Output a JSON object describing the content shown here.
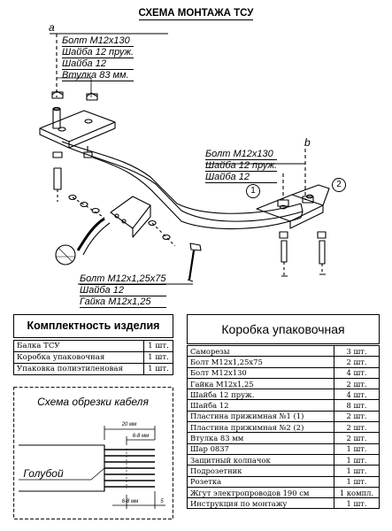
{
  "title": "СХЕМА МОНТАЖА ТСУ",
  "callouts": {
    "a": {
      "letter": "a",
      "lines": [
        "Болт М12х130",
        "Шайба 12 пруж.",
        "Шайба 12",
        "Втулка 83 мм."
      ]
    },
    "b": {
      "letter": "b",
      "lines": [
        "Болт М12х130",
        "Шайба 12 пруж.",
        "Шайба 12"
      ]
    },
    "c": {
      "lines": [
        "Болт М12х1,25х75",
        "Шайба 12",
        "Гайка М12х1,25"
      ]
    },
    "markers": [
      "1",
      "2"
    ]
  },
  "kit": {
    "title": "Комплектность изделия",
    "rows": [
      {
        "name": "Балка ТСУ",
        "qty": "1 шт."
      },
      {
        "name": "Коробка упаковочная",
        "qty": "1 шт."
      },
      {
        "name": "Упаковка полиэтиленовая",
        "qty": "1 шт."
      }
    ]
  },
  "box": {
    "title": "Коробка упаковочная",
    "rows": [
      {
        "name": "Саморезы",
        "qty": "3 шт."
      },
      {
        "name": "Болт М12х1,25х75",
        "qty": "2 шт."
      },
      {
        "name": "Болт М12х130",
        "qty": "4 шт."
      },
      {
        "name": "Гайка М12х1,25",
        "qty": "2 шт."
      },
      {
        "name": "Шайба 12 пруж.",
        "qty": "4 шт."
      },
      {
        "name": "Шайба 12",
        "qty": "8 шт."
      },
      {
        "name": "Пластина прижимная №1 (1)",
        "qty": "2 шт."
      },
      {
        "name": "Пластина прижимная №2 (2)",
        "qty": "2 шт."
      },
      {
        "name": "Втулка 83 мм",
        "qty": "2 шт."
      },
      {
        "name": "Шар  0837",
        "qty": "1 шт."
      },
      {
        "name": "Защитный колпачок",
        "qty": "1 шт."
      },
      {
        "name": "Подрозетник",
        "qty": "1 шт."
      },
      {
        "name": "Розетка",
        "qty": "1 шт."
      },
      {
        "name": "Жгут электропроводов 190 см",
        "qty": "1 компл."
      },
      {
        "name": "Инструкция по монтажу",
        "qty": "1 шт."
      }
    ]
  },
  "cable": {
    "title": "Схема обрезки кабеля",
    "dim_20": "20 мм",
    "dim_6_8_top": "6-8 мм",
    "dim_6_8_bottom": "6-8 мм",
    "dim_5": "5",
    "wire_label": "Голубой"
  }
}
